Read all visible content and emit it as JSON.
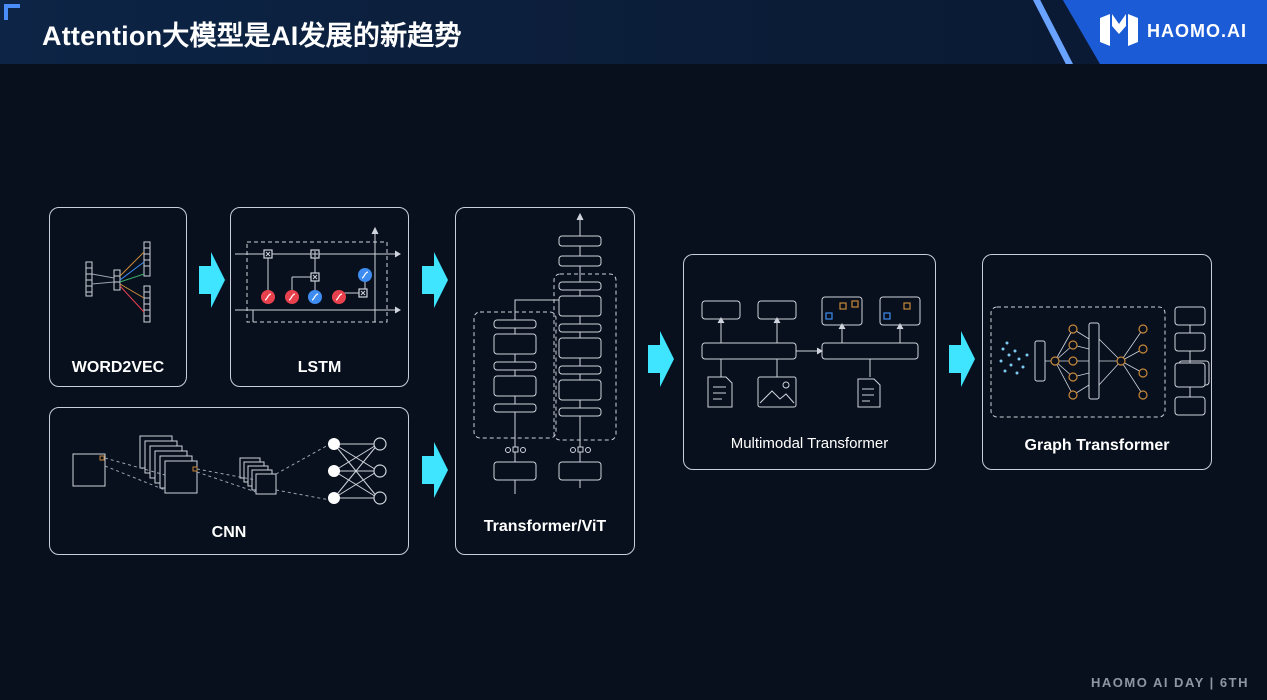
{
  "header": {
    "title": "Attention大模型是AI发展的新趋势",
    "logo_text": "HAOMO.AI"
  },
  "boxes": {
    "word2vec": "WORD2VEC",
    "lstm": "LSTM",
    "cnn": "CNN",
    "transformer": "Transformer/ViT",
    "multimodal": "Multimodal Transformer",
    "graph": "Graph Transformer"
  },
  "footer": "HAOMO AI DAY | 6TH",
  "colors": {
    "background": "#08101d",
    "header": "#0d2446",
    "accent_blue": "#1c5bd6",
    "arrow_cyan": "#3fe4ff",
    "lstm_red": "#e8414e",
    "lstm_blue": "#3f8cf0",
    "node_orange": "#c7883a"
  }
}
